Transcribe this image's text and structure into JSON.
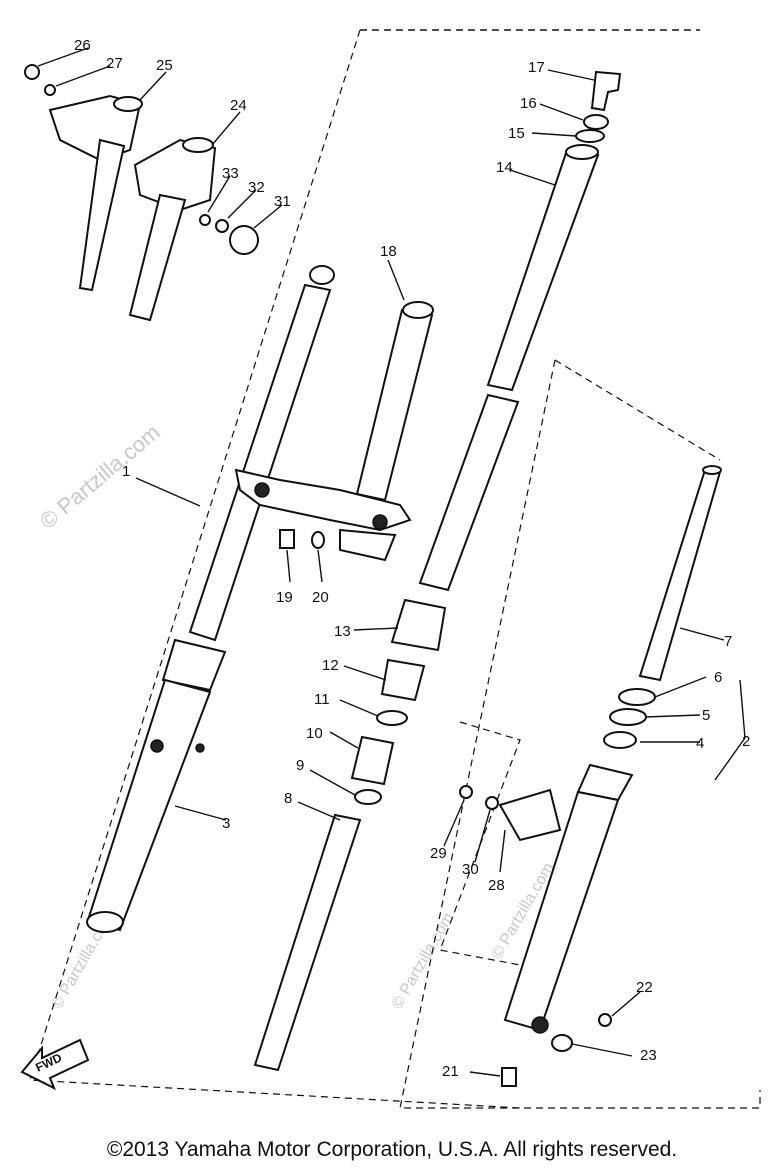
{
  "watermark": "© Partzilla.com",
  "watermark_small": "© Partzilla.com",
  "fwd_label": "FWD",
  "copyright": "©2013 Yamaha Motor Corporation, U.S.A. All rights reserved.",
  "callouts": {
    "c1": "1",
    "c2": "2",
    "c3": "3",
    "c4": "4",
    "c5": "5",
    "c6": "6",
    "c7": "7",
    "c8": "8",
    "c9": "9",
    "c10": "10",
    "c11": "11",
    "c12": "12",
    "c13": "13",
    "c14": "14",
    "c15": "15",
    "c16": "16",
    "c17": "17",
    "c18": "18",
    "c19": "19",
    "c20": "20",
    "c21": "21",
    "c22": "22",
    "c23": "23",
    "c24": "24",
    "c25": "25",
    "c26": "26",
    "c27": "27",
    "c28": "28",
    "c29": "29",
    "c30": "30",
    "c31": "31",
    "c32": "32",
    "c33": "33"
  }
}
